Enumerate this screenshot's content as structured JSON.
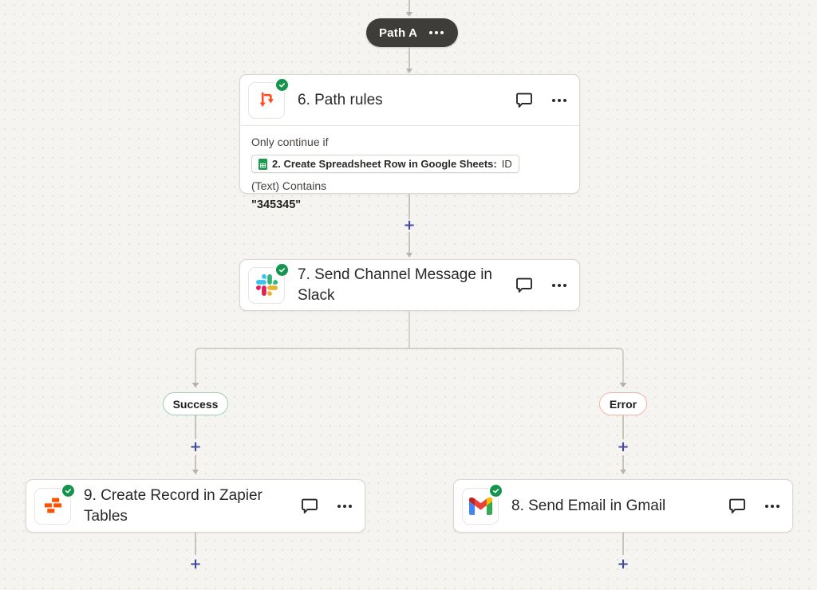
{
  "badge": {
    "label": "Path A"
  },
  "cards": {
    "path_rules": {
      "title": "6. Path rules",
      "condition_intro": "Only continue if",
      "field_label": "2. Create Spreadsheet Row in Google Sheets:",
      "field_value": "ID",
      "operator": "(Text) Contains",
      "value": "\"345345\""
    },
    "slack": {
      "title": "7. Send Channel Message in Slack"
    },
    "tables": {
      "title": "9. Create Record in Zapier Tables"
    },
    "gmail": {
      "title": "8. Send Email in Gmail"
    }
  },
  "branch_labels": {
    "success": "Success",
    "error": "Error"
  },
  "connector": {
    "add_label": "+"
  },
  "icons": {
    "path_rules": "path-split-arrows",
    "slack": "slack-logo",
    "tables": "zapier-tables-logo",
    "gmail": "gmail-logo",
    "sheets": "google-sheets",
    "status": "check-circle"
  },
  "colors": {
    "background": "#f6f4f1",
    "accent_orange": "#ff4f00",
    "check_green": "#14944d",
    "success_border": "#9ed1b4",
    "error_border": "#f3b3a2",
    "plus_indigo": "#3f4aa1",
    "connector_line": "#c8c4bd",
    "badge_dark": "#3f3d3a"
  }
}
